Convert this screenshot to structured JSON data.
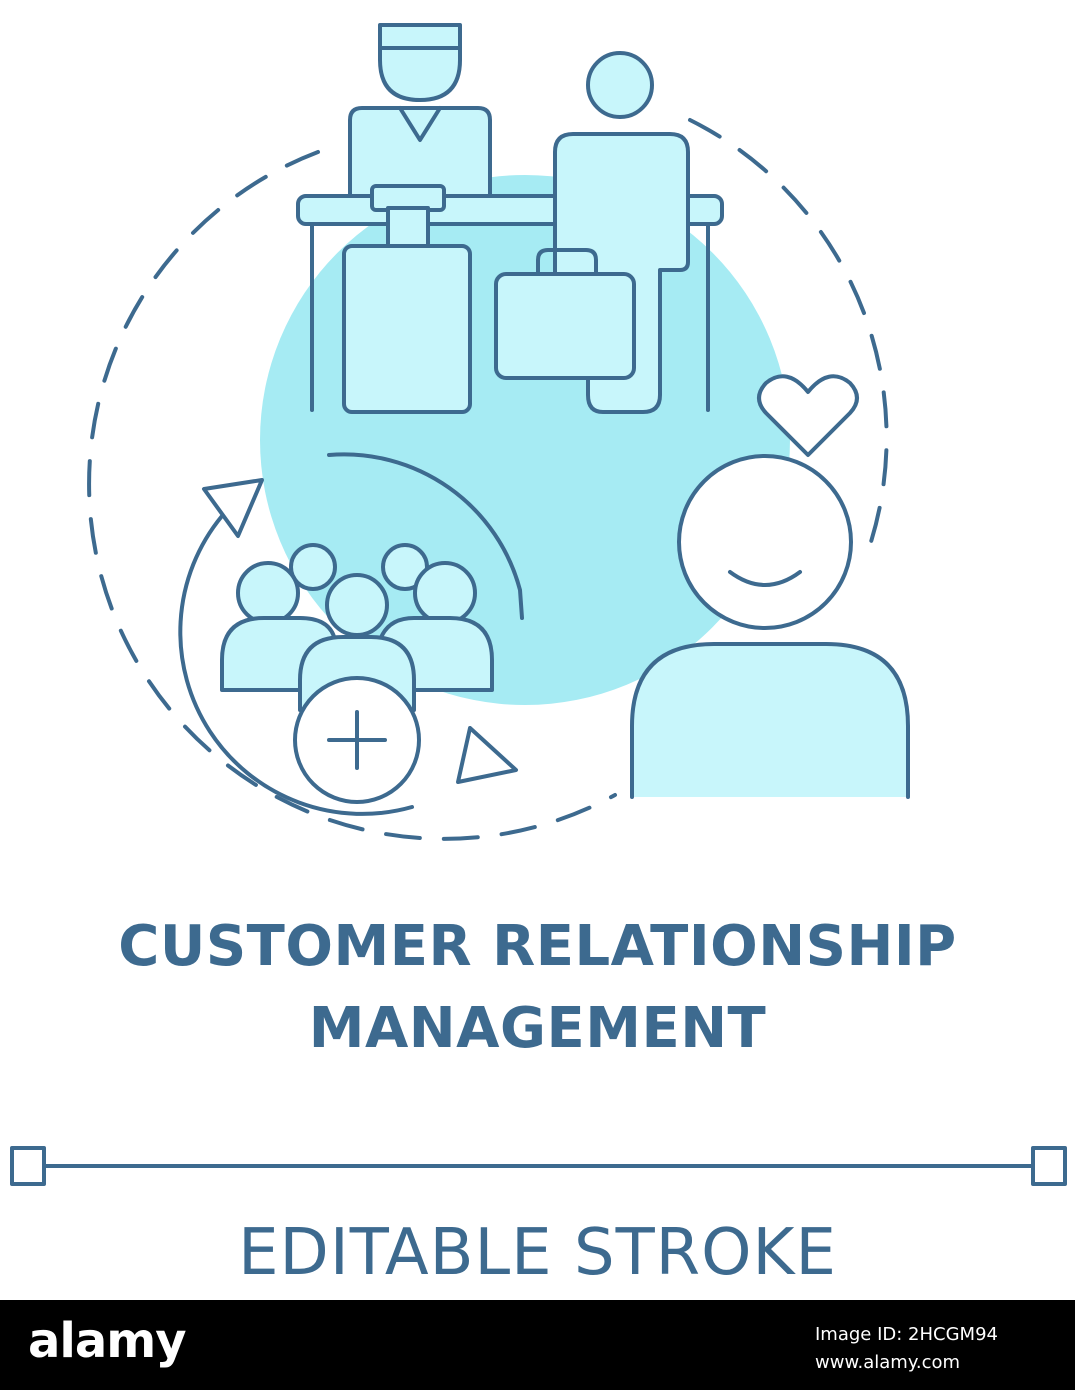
{
  "icon": {
    "stroke_color": "#3d6a8f",
    "fill_color": "#a6ebf3",
    "accent_fill_color": "#c8f6fb",
    "background": "#ffffff"
  },
  "title": {
    "line1": "CUSTOMER RELATIONSHIP",
    "line2": "MANAGEMENT"
  },
  "subtitle": "EDITABLE STROKE",
  "watermark": {
    "logo": "alamy",
    "image_id": "Image ID: 2HCGM94",
    "url": "www.alamy.com"
  }
}
